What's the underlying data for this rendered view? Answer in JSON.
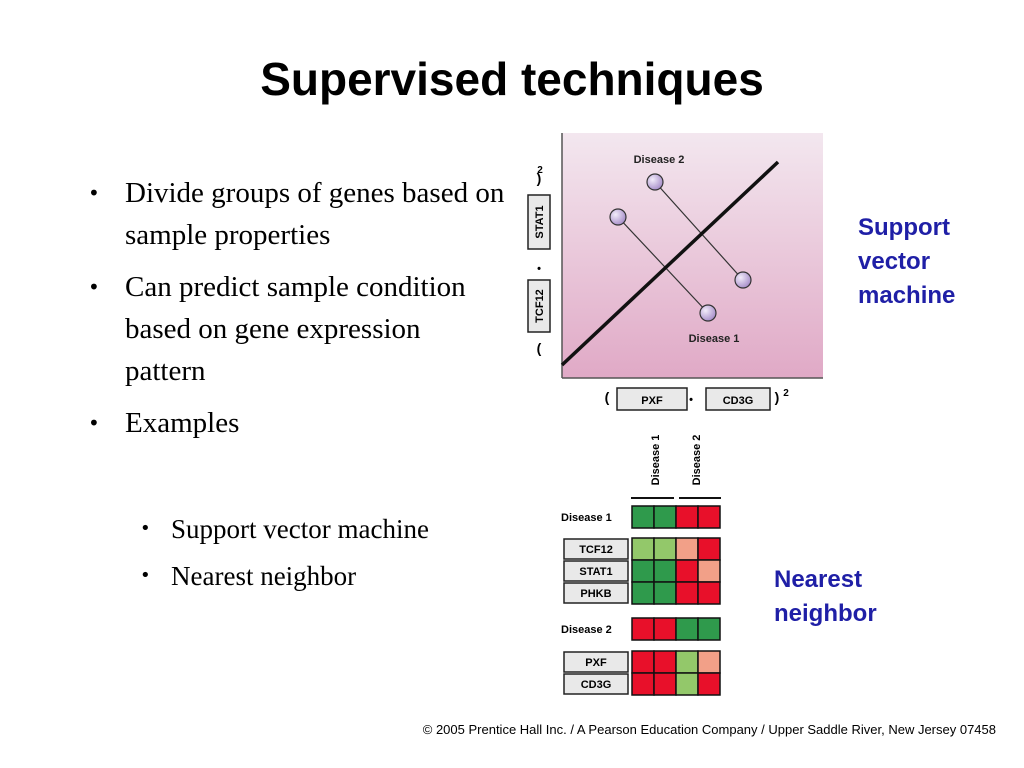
{
  "slide": {
    "title": "Supervised techniques",
    "bullets": [
      "Divide groups of genes based on sample properties",
      "Can predict sample condition based on gene expression pattern",
      "Examples"
    ],
    "sub_bullets": [
      "Support vector machine",
      "Nearest neighbor"
    ],
    "bullet_symbol": "•"
  },
  "svm_figure": {
    "label": "Support vector machine",
    "disease2": "Disease 2",
    "disease1": "Disease 1",
    "y_axis": {
      "open": "(",
      "gene_a": "TCF12",
      "dot": "•",
      "gene_b": "STAT1",
      "close": ")",
      "exp": "2"
    },
    "x_axis": {
      "open": "(",
      "gene_a": "PXF",
      "dot": "•",
      "gene_b": "CD3G",
      "close": ")",
      "exp": "2"
    },
    "colors": {
      "plot_bg_top": "#f3e7ef",
      "plot_bg_bottom": "#e0a9c6",
      "point": "#b9a3d8"
    }
  },
  "nn_figure": {
    "label": "Nearest neighbor",
    "columns": [
      "Disease 1",
      "Disease 2"
    ],
    "blocks": [
      {
        "rows": [
          {
            "label": "Disease 1",
            "cells": [
              "G",
              "G",
              "R",
              "R"
            ],
            "header": true
          }
        ]
      },
      {
        "rows": [
          {
            "label": "TCF12",
            "cells": [
              "LG",
              "LG",
              "S",
              "R"
            ]
          },
          {
            "label": "STAT1",
            "cells": [
              "G",
              "G",
              "R",
              "S"
            ]
          },
          {
            "label": "PHKB",
            "cells": [
              "G",
              "G",
              "R",
              "R"
            ]
          }
        ]
      },
      {
        "rows": [
          {
            "label": "Disease 2",
            "cells": [
              "R",
              "R",
              "G",
              "G"
            ],
            "header": true
          }
        ]
      },
      {
        "rows": [
          {
            "label": "PXF",
            "cells": [
              "R",
              "R",
              "LG",
              "S"
            ]
          },
          {
            "label": "CD3G",
            "cells": [
              "R",
              "R",
              "LG",
              "R"
            ]
          }
        ]
      }
    ],
    "colors": {
      "G": "#2f9a4c",
      "LG": "#93c86a",
      "R": "#e8102a",
      "S": "#f2a088"
    }
  },
  "footer": "© 2005 Prentice Hall Inc. / A Pearson Education Company / Upper Saddle River, New Jersey 07458"
}
